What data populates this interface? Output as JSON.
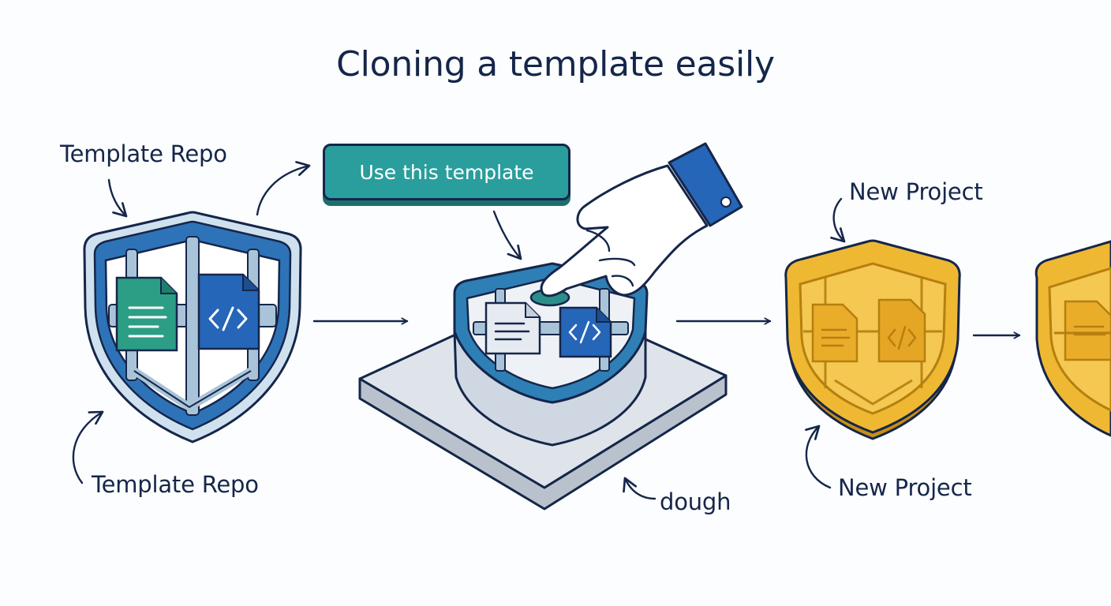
{
  "title": "Cloning a template easily",
  "labels": {
    "template_repo_top": "Template Repo",
    "template_repo_bottom": "Template Repo",
    "new_project_top": "New Project",
    "new_project_bottom": "New Project",
    "dough": "dough"
  },
  "button": {
    "label": "Use this template"
  },
  "icons": {
    "source": "shield-icon",
    "press": "pressing-hand-icon",
    "document": "document-icon",
    "code": "code-file-icon"
  },
  "colors": {
    "ink": "#15264a",
    "template_blue": "#2566b8",
    "template_teal": "#2a8f8a",
    "button_teal": "#2a9e9c",
    "new_project_gold": "#efb832",
    "plate_gray": "#dfe4ea"
  }
}
